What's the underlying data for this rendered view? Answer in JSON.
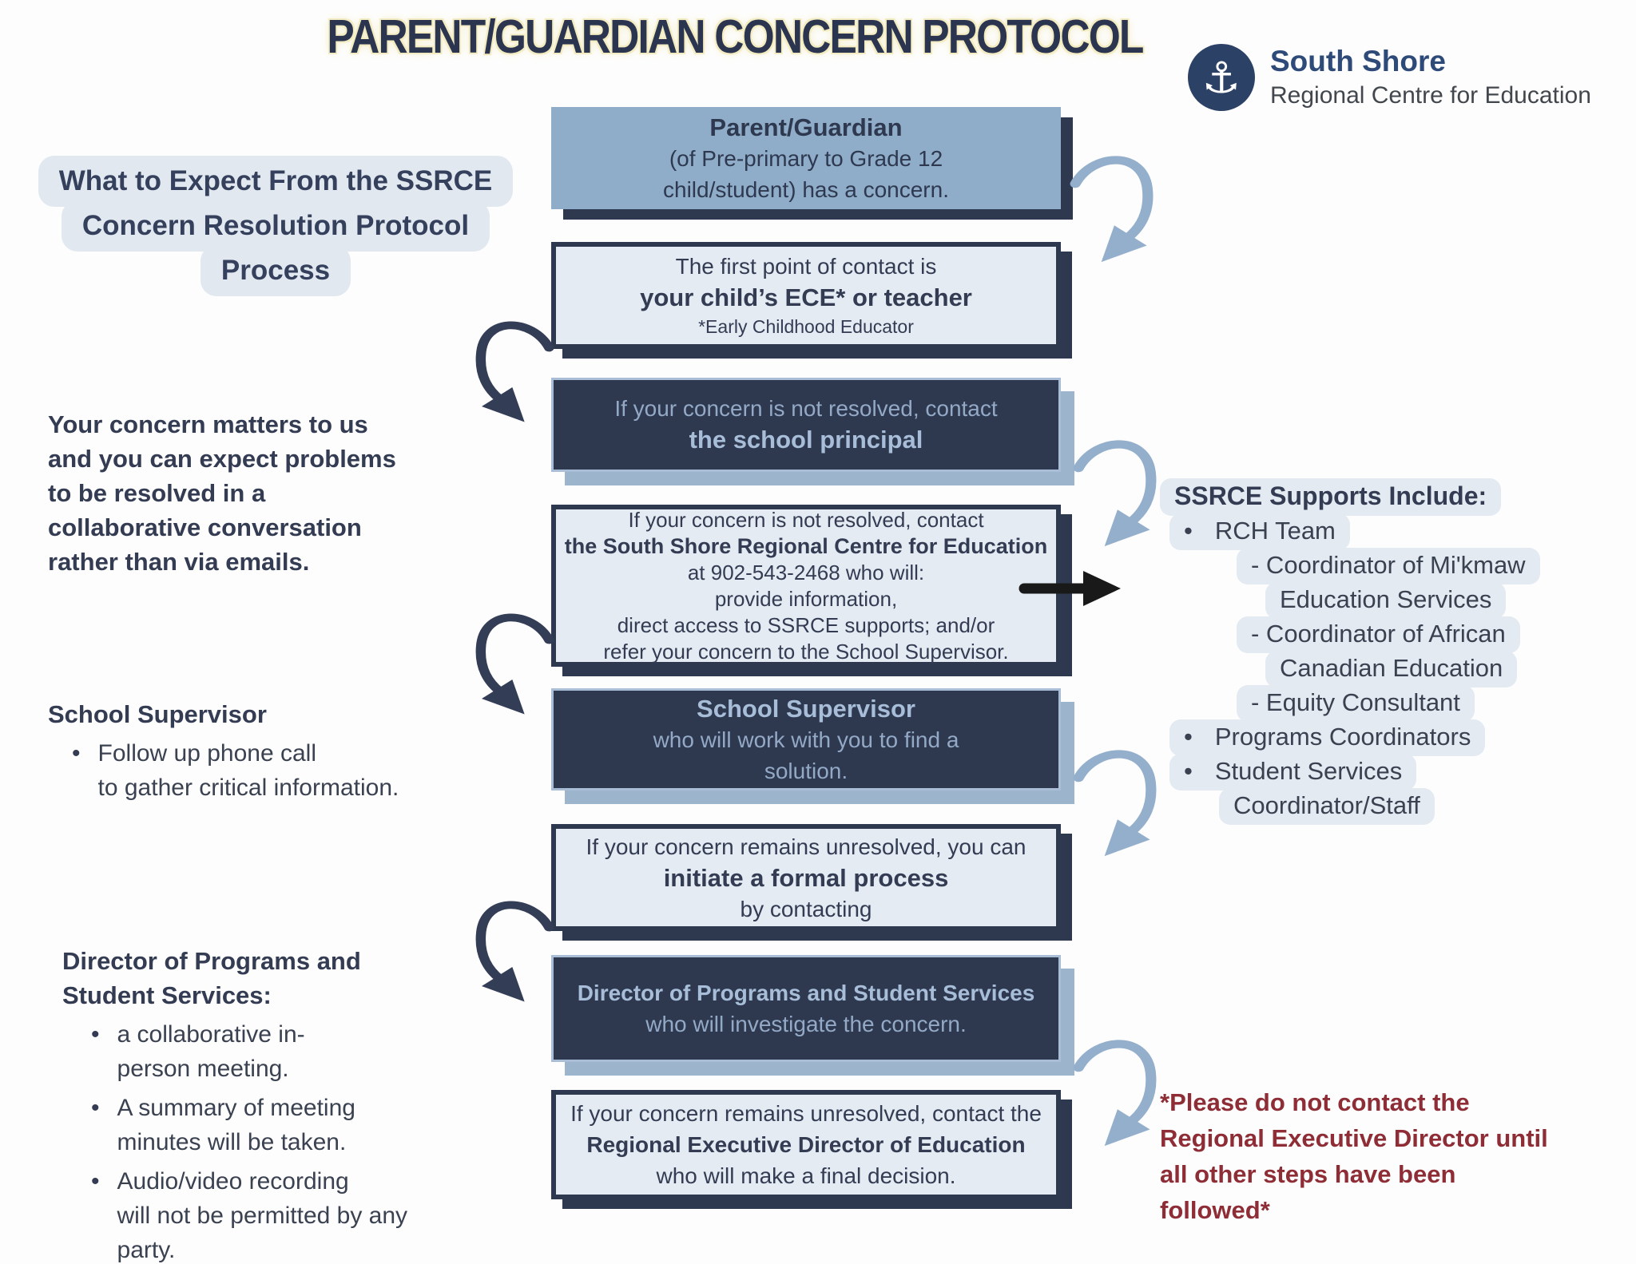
{
  "title": "PARENT/GUARDIAN CONCERN PROTOCOL",
  "logo": {
    "anchor_symbol": "⚓",
    "name": "South Shore",
    "subtitle": "Regional Centre for Education"
  },
  "colors": {
    "navy": "#2e3950",
    "steel_blue": "#8fadc9",
    "light_box": "#e4ebf3",
    "arrow_light_blue": "#94afcc",
    "arrow_dark_navy": "#333d56",
    "highlight": "#e1e8f0",
    "title_glow_yellow": "#f3ecc2",
    "note_maroon": "#8e2d35",
    "logo_navy": "#2c4166"
  },
  "left_column": {
    "bullet_glyph": "•",
    "expect_heading": {
      "line1": "What to Expect From the SSRCE",
      "line2": "Concern Resolution Protocol",
      "line3": "Process"
    },
    "concern_paragraph": "Your concern matters to us\nand you can expect problems\nto be resolved in a\ncollaborative conversation\nrather than via emails.",
    "school_supervisor_heading": "School Supervisor",
    "school_supervisor_bullet": "Follow up phone call\nto gather critical information.",
    "director_heading": "Director of Programs and\nStudent Services:",
    "director_bullets": {
      "b1": "a collaborative in-\nperson meeting.",
      "b2": "A summary of meeting\nminutes will be taken.",
      "b3": "Audio/video recording\nwill not be permitted by any\nparty."
    }
  },
  "flow": {
    "box1": {
      "line1": "Parent/Guardian",
      "line2": "(of Pre-primary to Grade 12",
      "line3": "child/student) has a concern."
    },
    "box2": {
      "line1": "The first point of contact is",
      "line2": "your child’s ECE* or teacher",
      "line3": "*Early Childhood Educator"
    },
    "box3": {
      "line1": "If your concern is not resolved, contact",
      "line2": "the school principal"
    },
    "box4": {
      "line1": "If your concern is not resolved, contact",
      "line2": "the South Shore Regional Centre for Education",
      "line3": "at 902-543-2468 who will:",
      "line4": "provide information,",
      "line5": "direct access to SSRCE supports; and/or",
      "line6": "refer your concern to the School Supervisor."
    },
    "box5": {
      "line1": "School Supervisor",
      "line2": "who will work with you to find a\nsolution."
    },
    "box6": {
      "line1": "If your concern remains unresolved, you can",
      "line2": "initiate a formal process",
      "line3": "by contacting"
    },
    "box7": {
      "line1": "Director of Programs and Student Services",
      "line2": "who will investigate the concern."
    },
    "box8": {
      "line1": "If your concern remains unresolved, contact the",
      "line2": "Regional Executive Director of Education",
      "line3": "who will make a final decision."
    }
  },
  "supports": {
    "bullet_glyph": "•",
    "heading": "SSRCE Supports Include:",
    "item1": "RCH Team",
    "item2": "- Coordinator of Mi'kmaw",
    "item3": "Education Services",
    "item4": "- Coordinator of African",
    "item5": "Canadian Education",
    "item6": "- Equity Consultant",
    "item7": "Programs Coordinators",
    "item8": "Student Services",
    "item9": "Coordinator/Staff"
  },
  "note": "*Please do not contact the\nRegional Executive Director until\nall other steps have been\nfollowed*"
}
